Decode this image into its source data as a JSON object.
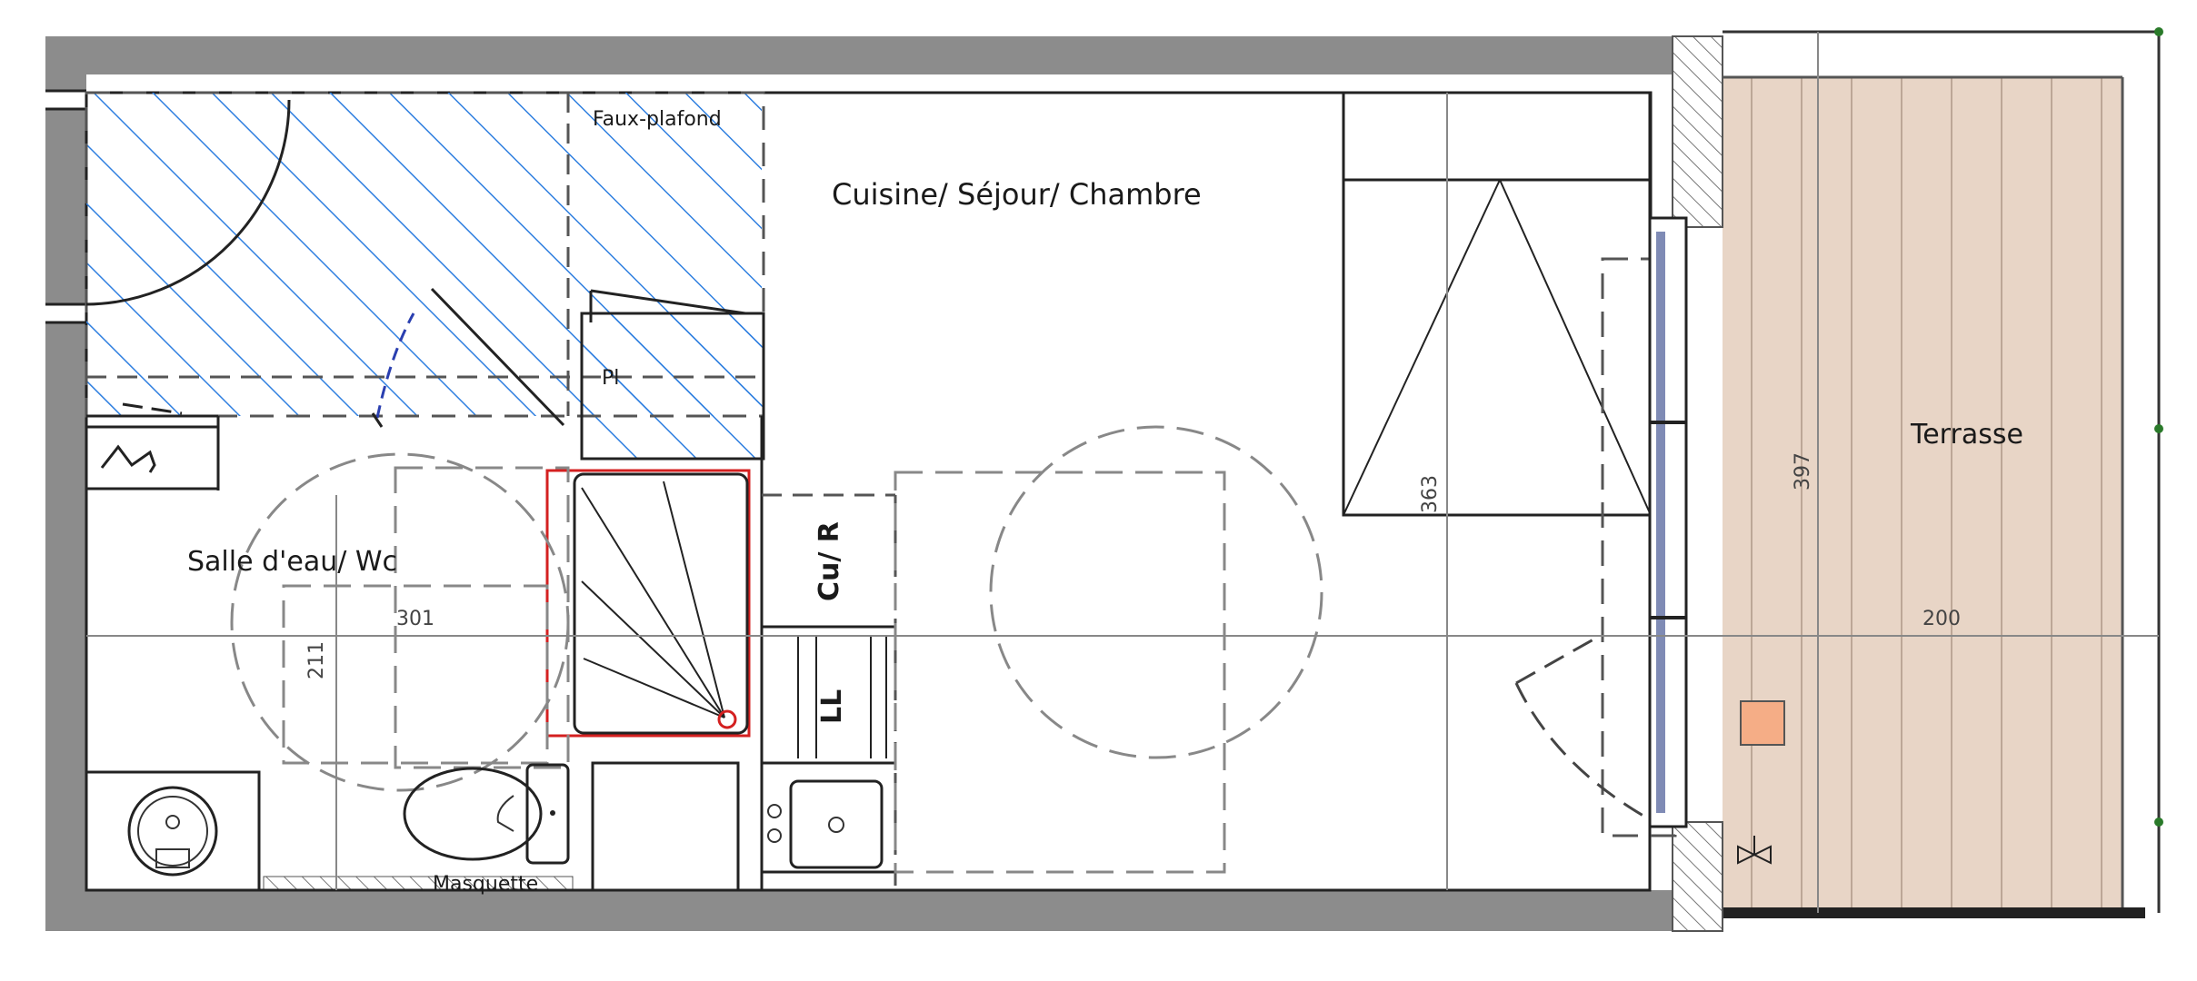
{
  "rooms": {
    "faux_plafond": "Faux-plafond",
    "cuisine": "Cuisine/ Séjour/ Chambre",
    "salle_eau": "Salle d'eau/ Wc",
    "terrasse": "Terrasse",
    "placard": "Pl",
    "cu_r": "Cu/ R",
    "ll": "LL",
    "masquette": "Masquette"
  },
  "dimensions": {
    "d301": "301",
    "d211": "211",
    "d363": "363",
    "d397": "397",
    "d200": "200"
  },
  "colors": {
    "hatch": "#2f7fe0",
    "wall": "#8c8c8c",
    "terrace": "#e8d5c6",
    "shower_outline": "#d42020",
    "orange_box": "#f5ad86",
    "window": "#7f8bb5"
  }
}
